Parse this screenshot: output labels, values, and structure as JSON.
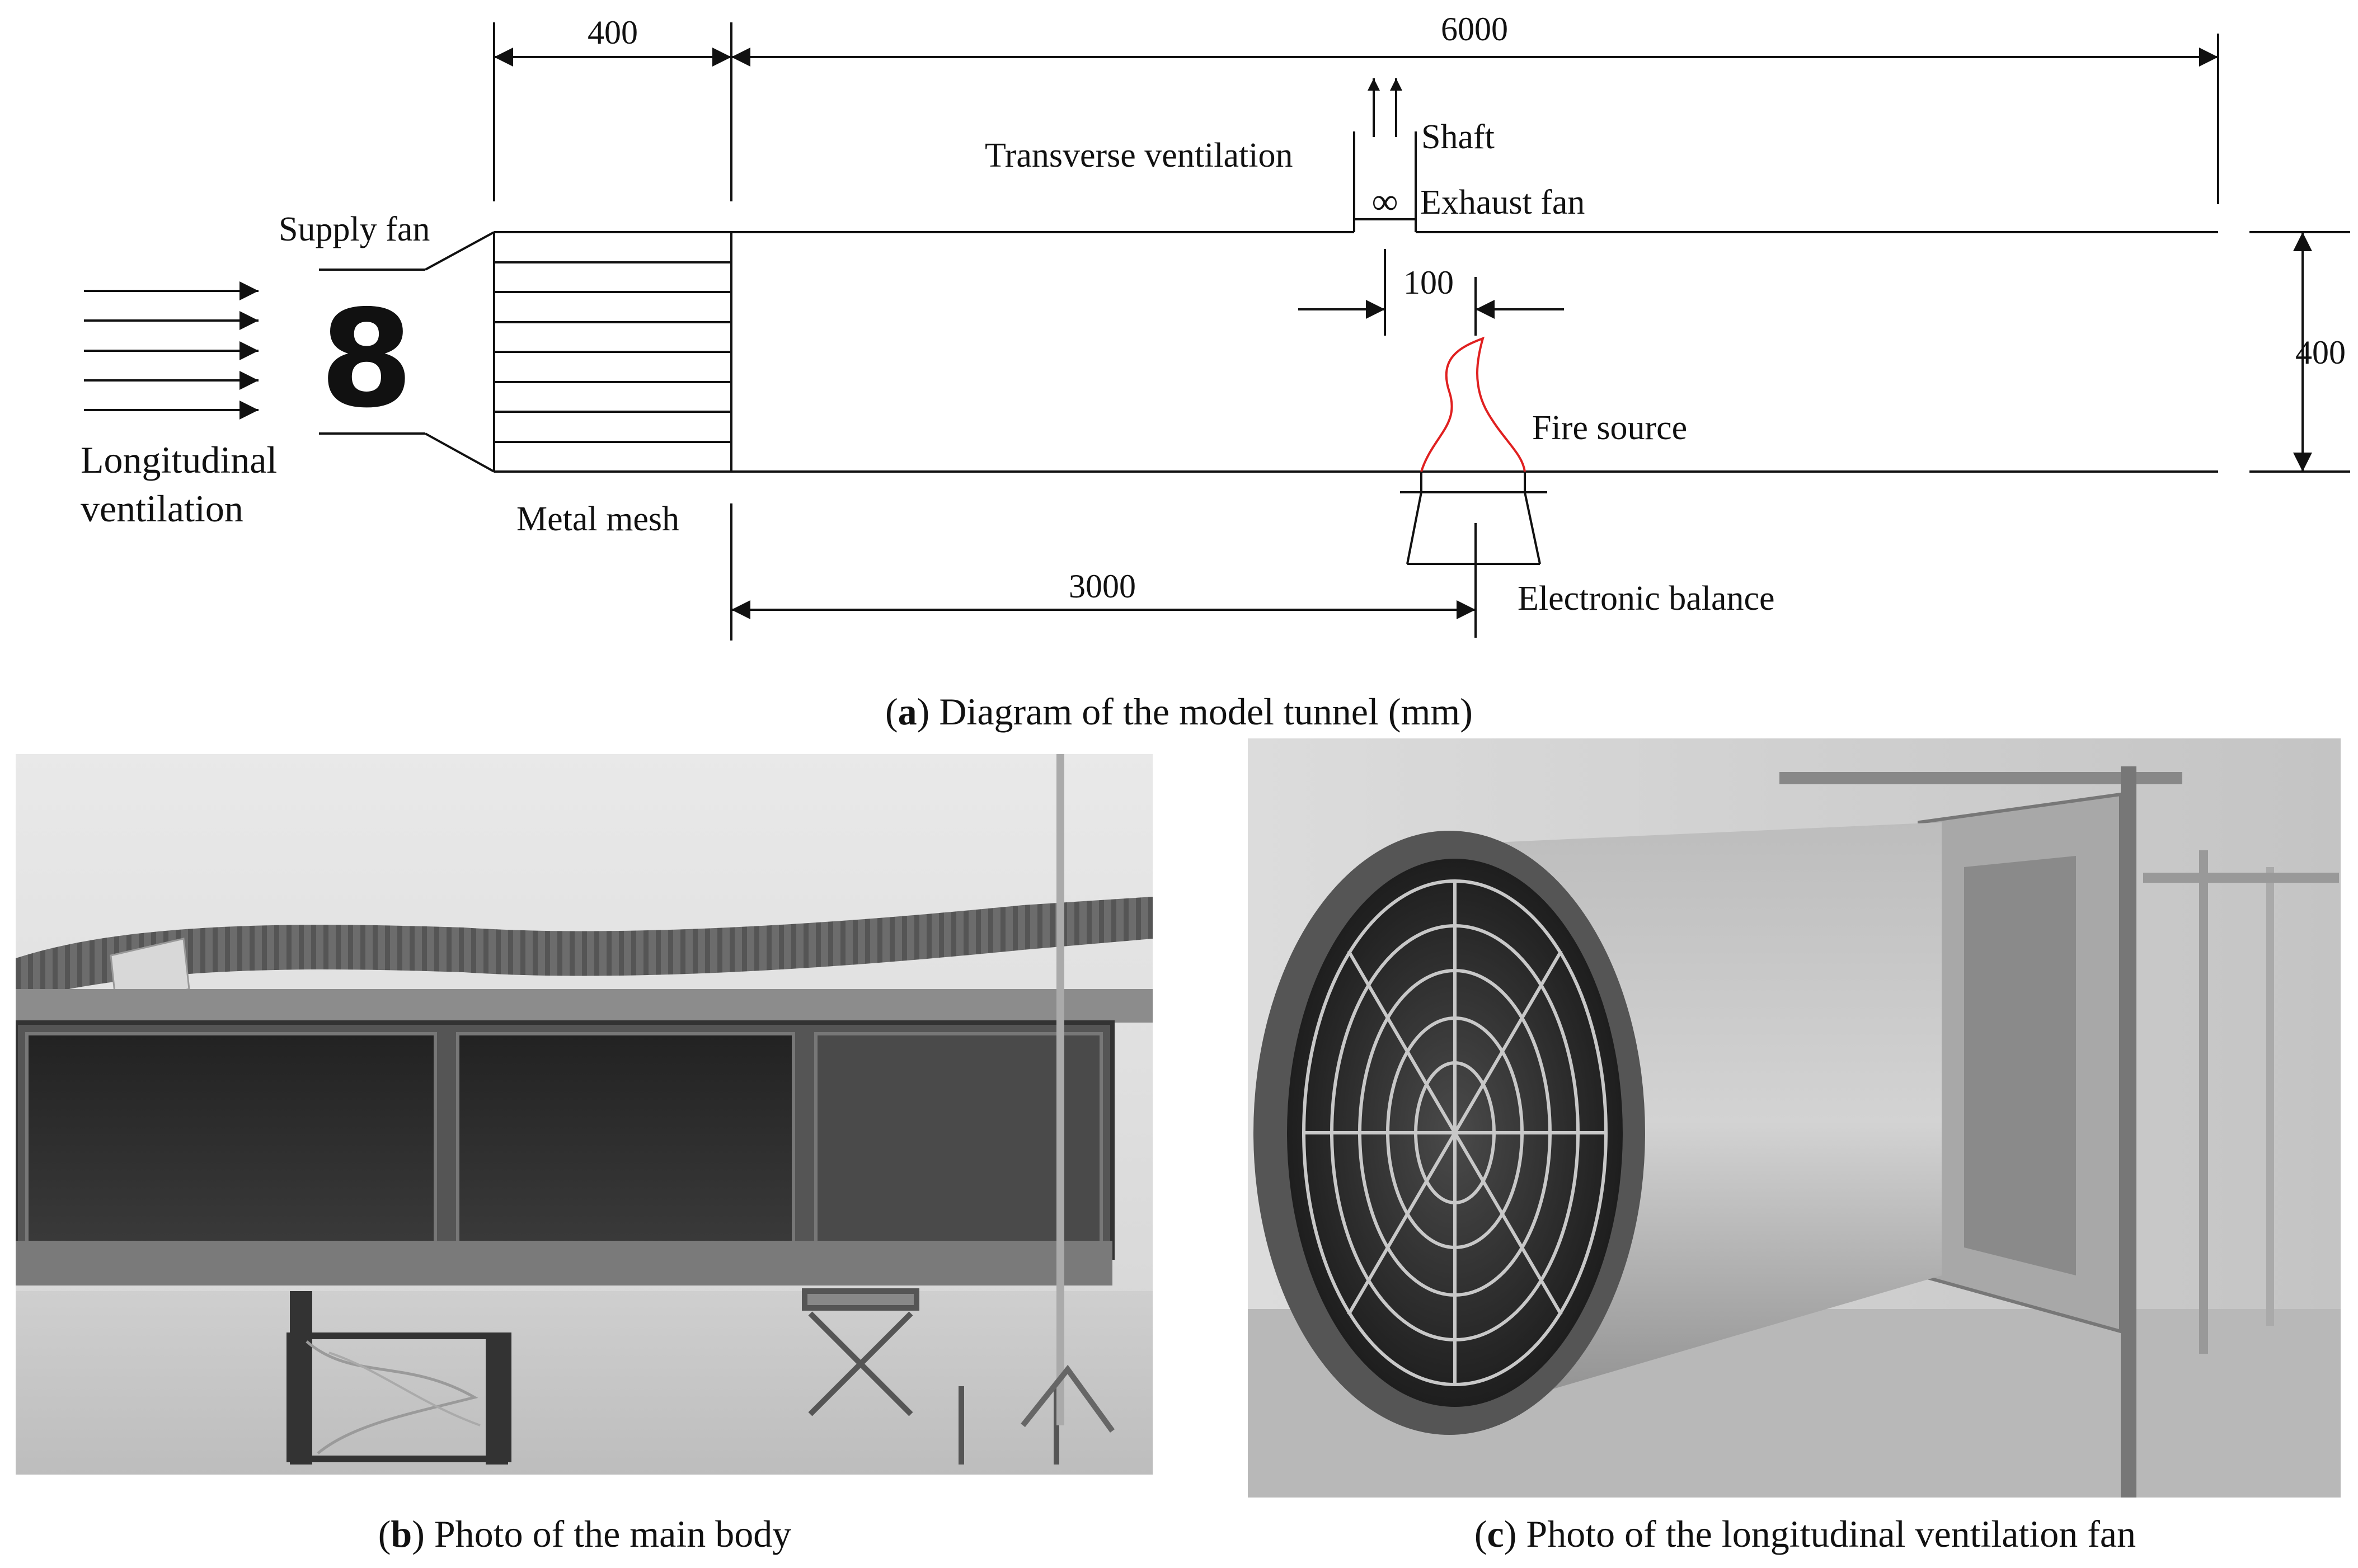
{
  "diagram": {
    "dimensions": {
      "top_left": "400",
      "top_main": "6000",
      "right_height": "400",
      "fire_offset": "100",
      "bottom_length": "3000"
    },
    "labels": {
      "transverse_ventilation": "Transverse  ventilation",
      "shaft": "Shaft",
      "exhaust_fan": "Exhaust fan",
      "exhaust_fan_symbol": "∞",
      "supply_fan": "Supply fan",
      "supply_fan_symbol": "8",
      "longitudinal_line1": "Longitudinal",
      "longitudinal_line2": "ventilation",
      "metal_mesh": "Metal mesh",
      "fire_source": "Fire source",
      "electronic_balance": "Electronic balance"
    },
    "colors": {
      "line": "#111111",
      "flame": "#e02020"
    }
  },
  "captions": {
    "a": {
      "letter": "a",
      "text": " Diagram of the model tunnel (mm)"
    },
    "b": {
      "letter": "b",
      "text": " Photo of the main body"
    },
    "c": {
      "letter": "c",
      "text": " Photo of the longitudinal ventilation fan"
    }
  },
  "photos": {
    "b": {
      "subject": "main-body-photo"
    },
    "c": {
      "subject": "longitudinal-fan-photo"
    }
  }
}
